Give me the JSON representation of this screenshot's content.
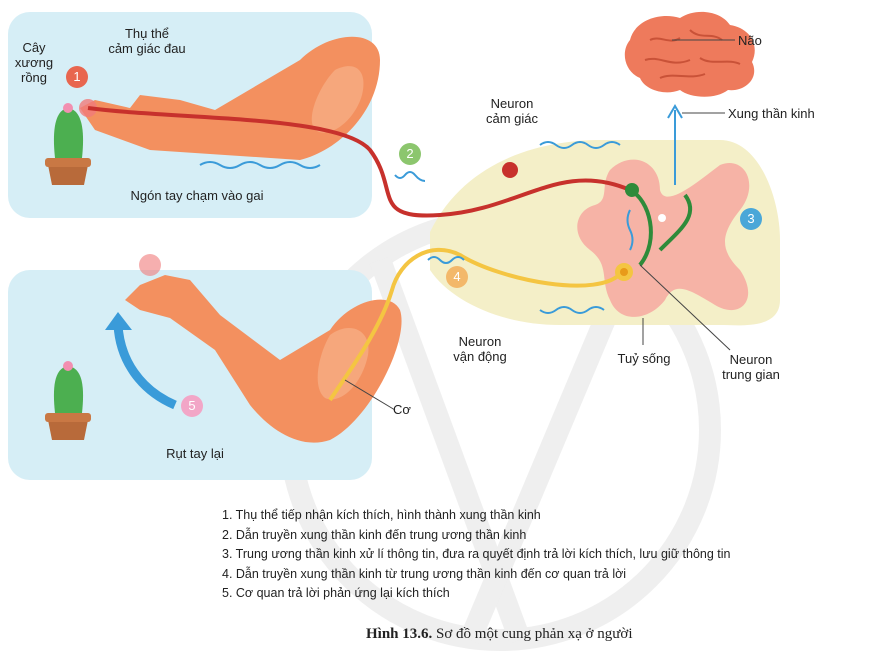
{
  "labels": {
    "cactus_top": "Cây\nxương\nrồng",
    "pain_receptor": "Thụ thể\ncảm giác đau",
    "brain": "Não",
    "nerve_impulse": "Xung thần kinh",
    "sensory_neuron": "Neuron\ncảm giác",
    "touch_thorn": "Ngón tay chạm vào gai",
    "motor_neuron": "Neuron\nvận động",
    "spinal_cord": "Tuỷ sống",
    "interneuron": "Neuron\ntrung gian",
    "muscle": "Cơ",
    "withdraw_hand": "Rụt tay lại"
  },
  "badges": {
    "b1": "1",
    "b2": "2",
    "b3": "3",
    "b4": "4",
    "b5": "5"
  },
  "colors": {
    "b1": "#e8664f",
    "b2": "#8cc66e",
    "b3": "#4aa7d8",
    "b4": "#f3b86a",
    "b5": "#f2a6c7",
    "panel": "#d6eef6",
    "arm": "#f3905f",
    "sensory": "#c7312c",
    "motor": "#f4c542",
    "inter": "#2e8b3a",
    "impulse": "#3a9bd9"
  },
  "steps": [
    "1. Thụ thể tiếp nhận kích thích, hình thành xung thần kinh",
    "2. Dẫn truyền xung thần kinh đến trung ương thần kinh",
    "3. Trung ương thần kinh xử lí thông tin, đưa ra quyết định trả lời kích thích, lưu giữ thông tin",
    "4. Dẫn truyền xung thần kinh từ trung ương thần kinh đến cơ quan trả lời",
    "5. Cơ quan trả lời phản ứng lại kích thích"
  ],
  "caption": {
    "figure": "Hình 13.6.",
    "text": "Sơ đồ một cung phản xạ ở người"
  }
}
